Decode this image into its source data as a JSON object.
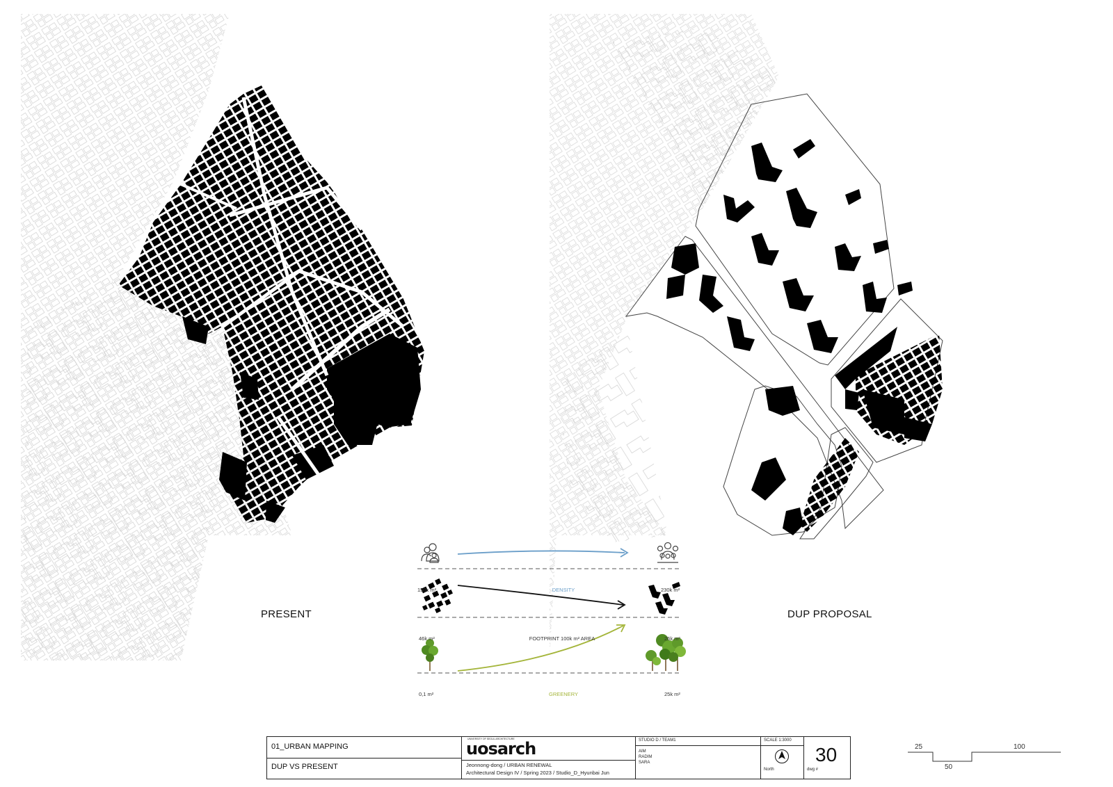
{
  "maps": {
    "present_label": "PRESENT",
    "proposal_label": "DUP PROPOSAL"
  },
  "infographic": {
    "density": {
      "label": "DENSITY",
      "from": "150k m²",
      "to": "230k m²",
      "color": "#6a9ec9"
    },
    "footprint": {
      "label": "FOOTPRINT  100k m² AREA",
      "from": "46k m²",
      "to": "26k m²",
      "color": "#111111"
    },
    "greenery": {
      "label": "GREENERY",
      "from": "0,1 m²",
      "to": "25k m²",
      "color": "#a4b53a"
    }
  },
  "titleblock": {
    "sheet_section": "01_URBAN MAPPING",
    "sheet_title": "DUP VS PRESENT",
    "logo_text": "uosarch",
    "logo_subtext": "UNIVERSITY OF SEOUL ARCHITECTURE",
    "project_line": "Jeonnong-dong / URBAN RENEWAL",
    "course_line": "Architectural Design IV / Spring 2023 / Studio_D_Hyunbai Jun",
    "studio_team": "STUDIO D / TEAM1",
    "members": [
      "AIM",
      "RADIM",
      "SARA"
    ],
    "scale": "SCALE 1:3000",
    "north_label": "North",
    "drawing_number": "30",
    "drawing_number_label": "dwg #"
  },
  "scalebar": {
    "labels": [
      "25",
      "50",
      "100"
    ]
  },
  "colors": {
    "building_fill": "#000000",
    "context_stroke": "#c8c8c8",
    "boundary_stroke": "#444444"
  }
}
